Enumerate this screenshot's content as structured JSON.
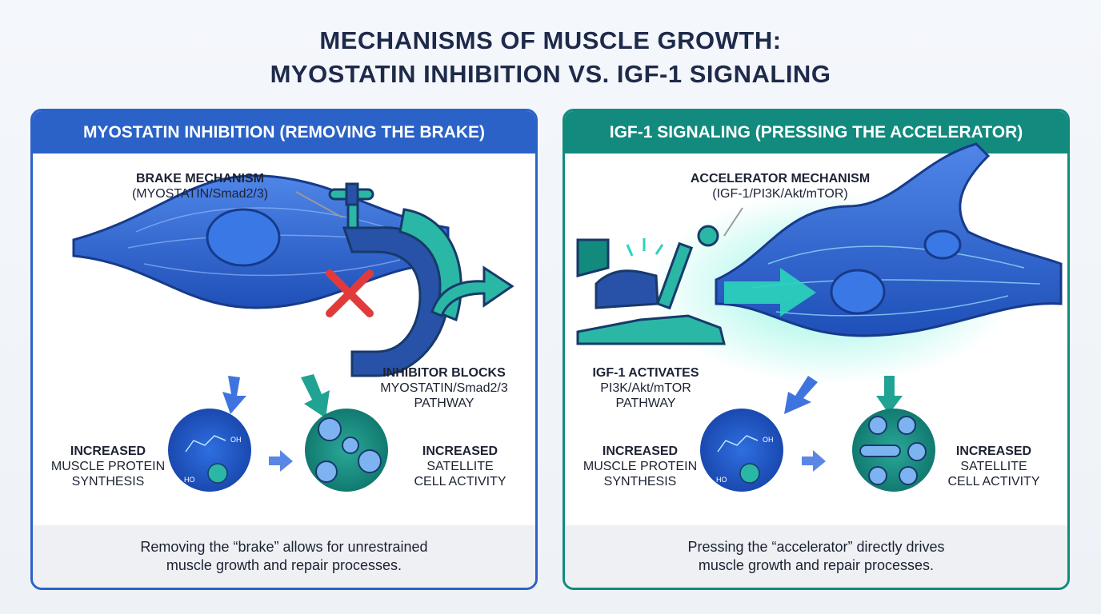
{
  "title": {
    "line1": "MECHANISMS OF MUSCLE GROWTH:",
    "line2": "MYOSTATIN INHIBITION VS. IGF-1 SIGNALING"
  },
  "left": {
    "header": "MYOSTATIN INHIBITION (REMOVING THE BRAKE)",
    "mechanism_title": "BRAKE MECHANISM",
    "mechanism_sub": "(MYOSTATIN/Smad2/3)",
    "block_title": "INHIBITOR BLOCKS",
    "block_line1": "MYOSTATIN/Smad2/3",
    "block_line2": "PATHWAY",
    "outcome1": {
      "title": "INCREASED",
      "line1": "MUSCLE PROTEIN",
      "line2": "SYNTHESIS"
    },
    "outcome2": {
      "title": "INCREASED",
      "line1": "SATELLITE",
      "line2": "CELL ACTIVITY"
    },
    "footer_line1": "Removing the “brake” allows for unrestrained",
    "footer_line2": "muscle growth and repair processes.",
    "color": "#2b62c8"
  },
  "right": {
    "header": "IGF-1 SIGNALING (PRESSING THE ACCELERATOR)",
    "mechanism_title": "ACCELERATOR MECHANISM",
    "mechanism_sub": "(IGF-1/PI3K/Akt/mTOR)",
    "activate_title": "IGF-1 ACTIVATES",
    "activate_line1": "PI3K/Akt/mTOR",
    "activate_line2": "PATHWAY",
    "outcome1": {
      "title": "INCREASED",
      "line1": "MUSCLE PROTEIN",
      "line2": "SYNTHESIS"
    },
    "outcome2": {
      "title": "INCREASED",
      "line1": "SATELLITE",
      "line2": "CELL ACTIVITY"
    },
    "footer_line1": "Pressing the “accelerator” directly drives",
    "footer_line2": "muscle growth and repair processes.",
    "color": "#138a7e"
  },
  "molecule_labels": {
    "oh": "OH",
    "ho": "HO"
  }
}
